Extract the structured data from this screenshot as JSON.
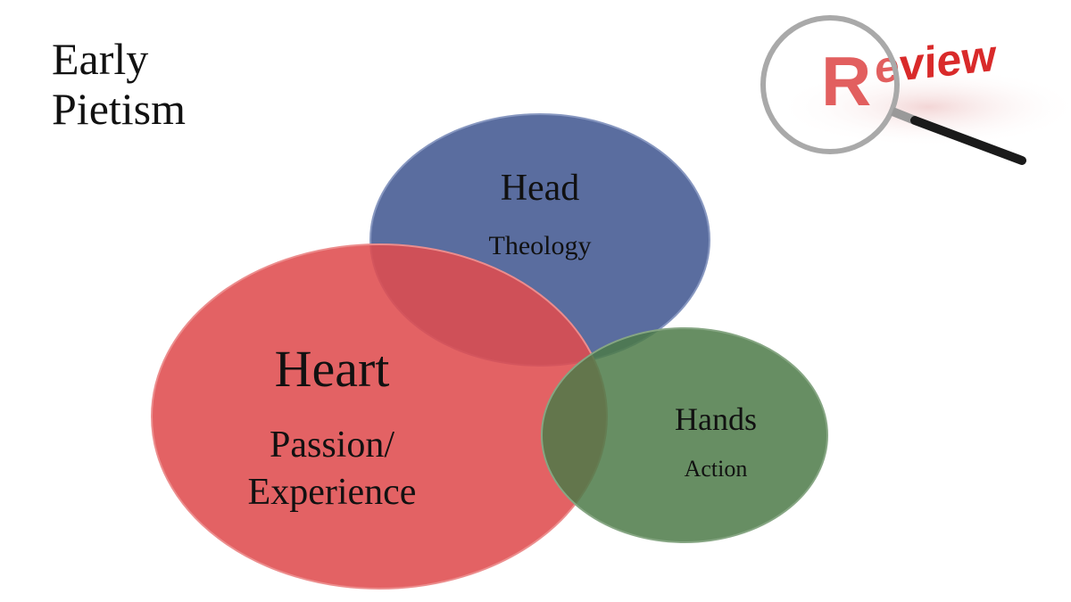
{
  "slide": {
    "title_line1": "Early",
    "title_line2": "Pietism"
  },
  "review_image": {
    "text": "Review"
  },
  "diagram": {
    "head": {
      "label": "Head",
      "sublabel": "Theology",
      "color": "#5a6d9f"
    },
    "heart": {
      "label": "Heart",
      "sublabel_line1": "Passion/",
      "sublabel_line2": "Experience",
      "color": "#df5556"
    },
    "hands": {
      "label": "Hands",
      "sublabel": "Action",
      "color": "#5f875c"
    }
  }
}
